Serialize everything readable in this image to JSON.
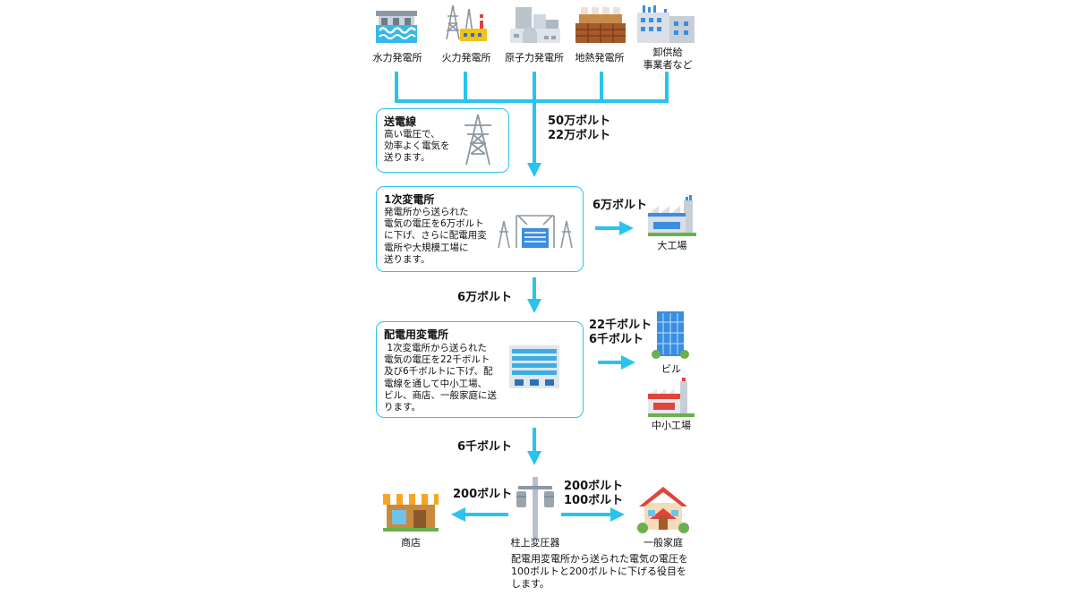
{
  "plants": [
    {
      "id": "hydro",
      "label": "水力発電所"
    },
    {
      "id": "thermal",
      "label": "火力発電所"
    },
    {
      "id": "nuclear",
      "label": "原子力発電所"
    },
    {
      "id": "geothermal",
      "label": "地熱発電所"
    },
    {
      "id": "wholesale",
      "label": "卸供給\n事業者など"
    }
  ],
  "transmission": {
    "title": "送電線",
    "desc": "高い電圧で、\n効率よく電気を\n送ります。",
    "voltage": "50万ボルト\n22万ボルト"
  },
  "primary_substation": {
    "title": "1次変電所",
    "desc": "発電所から送られた\n電気の電圧を6万ボルト\nに下げ、さらに配電用変\n電所や大規模工場に\n送ります。",
    "out_voltage": "6万ボルト",
    "out_label": "大工場",
    "down_voltage": "6万ボルト"
  },
  "distribution_substation": {
    "title": "配電用変電所",
    "desc": " 1次変電所から送られた\n電気の電圧を22千ボルト\n及び6千ボルトに下げ、配\n電線を通して中小工場、\nビル、商店、一般家庭に送\nります。",
    "out_voltage": "22千ボルト\n6千ボルト",
    "building_label": "ビル",
    "factory_label": "中小工場",
    "down_voltage": "6千ボルト"
  },
  "pole_transformer": {
    "label": "柱上変圧器",
    "left_voltage": "200ボルト",
    "shop_label": "商店",
    "right_voltage": "200ボルト\n100ボルト",
    "home_label": "一般家庭",
    "note": "配電用変電所から送られた電気の電圧を\n100ボルトと200ボルトに下げる役目を\nします。"
  },
  "colors": {
    "line": "#29c4ee",
    "box_border": "#29c4ee",
    "building": "#3a8ee0",
    "roof_red": "#e0443c",
    "wood": "#b5652c"
  }
}
